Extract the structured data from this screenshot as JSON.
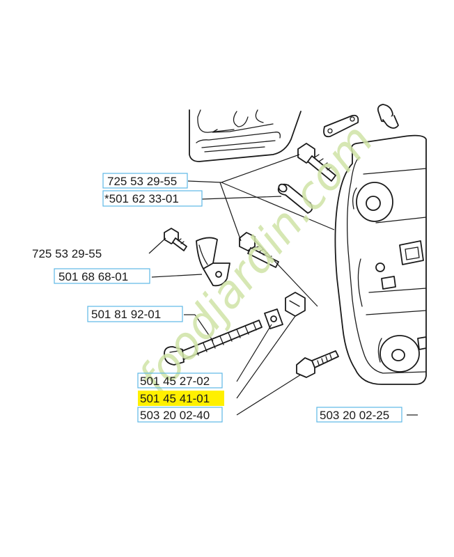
{
  "labels": {
    "l1": "725 53 29-55",
    "l2": "*501 62 33-01",
    "l3": "725 53 29-55",
    "l4": "501 68 68-01",
    "l5": "501 81 92-01",
    "l6": "501 45 27-02",
    "l7": "501 45 41-01",
    "l8": "503 20 02-40",
    "l9": "503 20 02-25"
  },
  "watermark": {
    "text": "foodjardin.com"
  },
  "colors": {
    "label_frame": "#5cb8e6",
    "highlight": "#fff000",
    "watermark_green": "#cfe3a6",
    "watermark_orange": "#f4c28f"
  }
}
